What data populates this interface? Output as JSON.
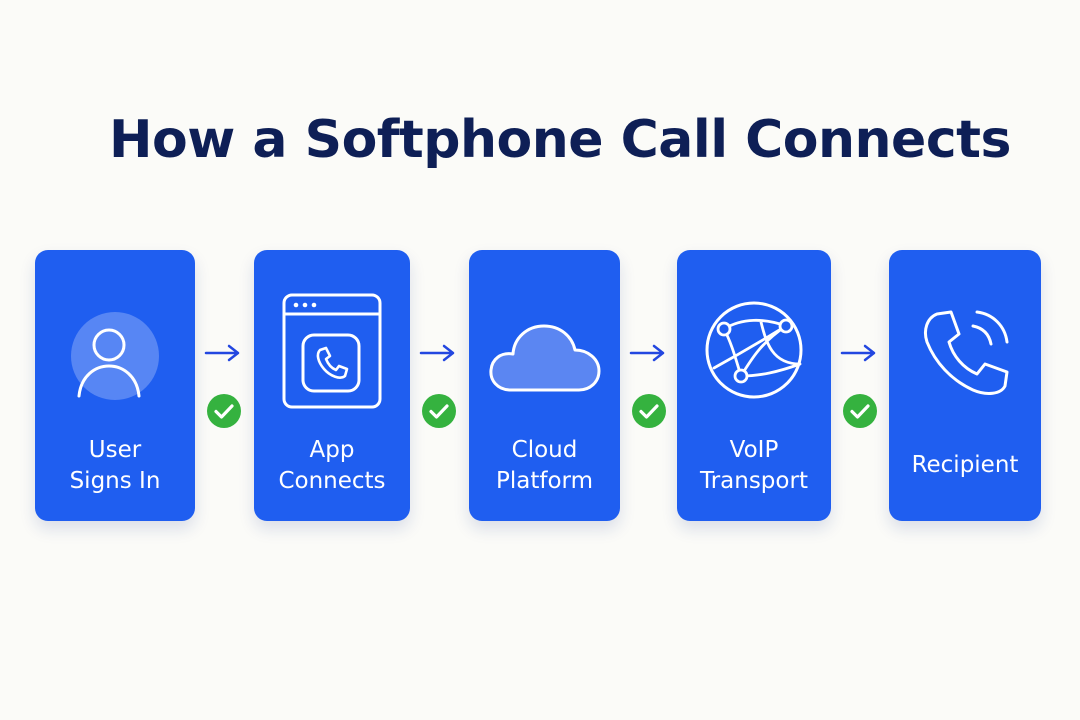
{
  "title": "How a Softphone Call Connects",
  "colors": {
    "card": "#1f5ef0",
    "title": "#0e1f56",
    "arrow": "#2347e0",
    "check": "#35b23f",
    "background": "#fbfbf8"
  },
  "steps": [
    {
      "label_line1": "User",
      "label_line2": "Signs In",
      "icon": "user-icon"
    },
    {
      "label_line1": "App",
      "label_line2": "Connects",
      "icon": "app-window-phone-icon"
    },
    {
      "label_line1": "Cloud",
      "label_line2": "Platform",
      "icon": "cloud-icon"
    },
    {
      "label_line1": "VoIP",
      "label_line2": "Transport",
      "icon": "network-globe-icon"
    },
    {
      "label_line1": "Recipient",
      "label_line2": "",
      "icon": "phone-ringing-icon"
    }
  ],
  "connectors": [
    {
      "arrow": "arrow-right-icon",
      "status": "checkmark-icon"
    },
    {
      "arrow": "arrow-right-icon",
      "status": "checkmark-icon"
    },
    {
      "arrow": "arrow-right-icon",
      "status": "checkmark-icon"
    },
    {
      "arrow": "arrow-right-icon",
      "status": "checkmark-icon"
    }
  ]
}
